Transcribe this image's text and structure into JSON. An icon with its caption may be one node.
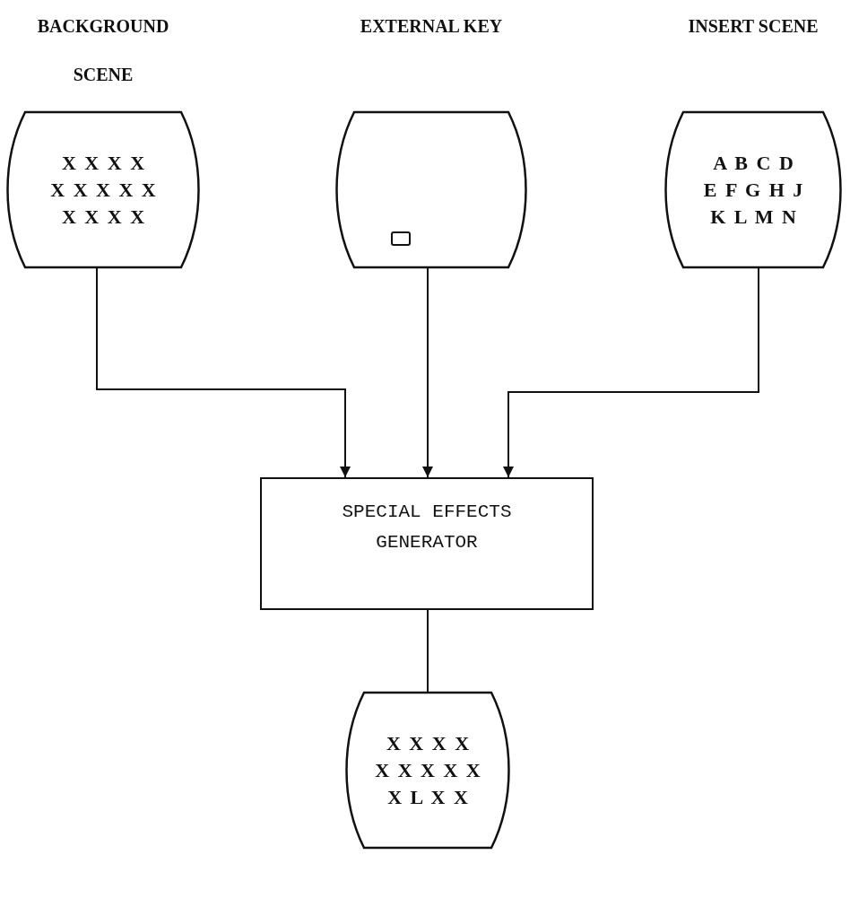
{
  "diagram": {
    "nodes": [
      {
        "text": [
          "BACKGROUND SCENE",
          "X X X X X X X X X X X X X"
        ]
      },
      {
        "text": [
          "EXTERNAL KEY"
        ]
      },
      {
        "text": [
          "INSERT SCENE",
          "A B C D E F G H J K L M N"
        ]
      },
      {
        "text": [
          "SPECIAL EFFECTS GENERATOR"
        ]
      },
      {
        "text": [
          "X X X X X X X X X X L X X"
        ]
      }
    ],
    "edges": [
      {
        "from": 0,
        "to": 3,
        "arrow": "to"
      },
      {
        "from": 1,
        "to": 3,
        "arrow": "to"
      },
      {
        "from": 2,
        "to": 3,
        "arrow": "to"
      },
      {
        "from": 3,
        "to": 4,
        "arrow": "none"
      }
    ]
  }
}
